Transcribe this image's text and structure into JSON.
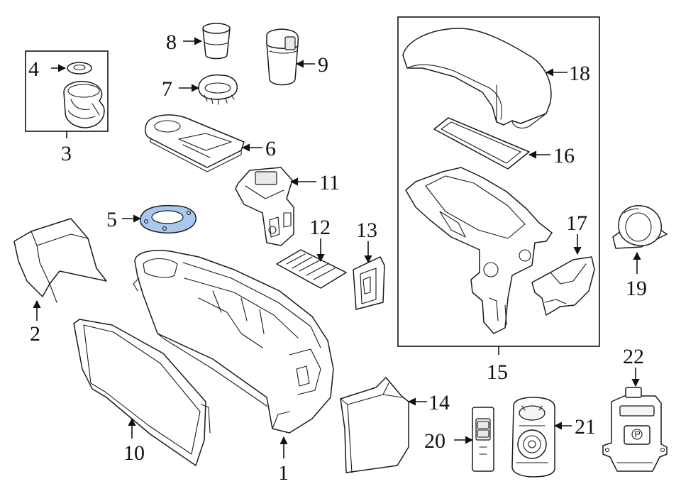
{
  "diagram": {
    "highlight_color": "#a8c9ee",
    "callouts": {
      "c1": "1",
      "c2": "2",
      "c3": "3",
      "c4": "4",
      "c5": "5",
      "c6": "6",
      "c7": "7",
      "c8": "8",
      "c9": "9",
      "c10": "10",
      "c11": "11",
      "c12": "12",
      "c13": "13",
      "c14": "14",
      "c15": "15",
      "c16": "16",
      "c17": "17",
      "c18": "18",
      "c19": "19",
      "c20": "20",
      "c21": "21",
      "c22": "22"
    },
    "highlighted_part": "5"
  }
}
